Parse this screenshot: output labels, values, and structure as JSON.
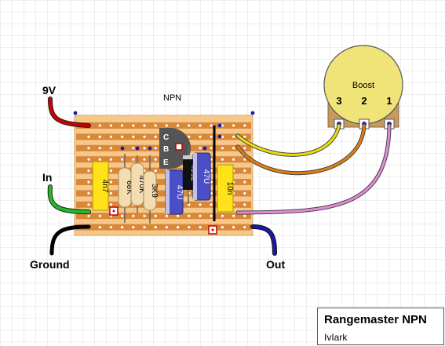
{
  "labels": {
    "v9": "9V",
    "in": "In",
    "ground": "Ground",
    "out": "Out",
    "npn": "NPN"
  },
  "components": {
    "c_4n7": "4n7",
    "r_68k": "68K",
    "r_470k": "470K",
    "r_3k9": "3K9",
    "c_47u_left": "47U",
    "c_47u_right": "47U",
    "d_4002": "4002",
    "c_10n": "10n",
    "transistor_c": "C",
    "transistor_b": "B",
    "transistor_e": "E"
  },
  "pot": {
    "name": "Boost",
    "pin3": "3",
    "pin2": "2",
    "pin1": "1"
  },
  "title_block": {
    "title": "Rangemaster NPN",
    "author": "IvIark"
  },
  "colors": {
    "board": "#f5c88a",
    "strip": "#d9883a",
    "pot_body": "#f0e478",
    "cap_yellow": "#ffe21a",
    "cap_blue": "#4a4fc8",
    "wire_red": "#cc0000",
    "wire_green": "#22bb22",
    "wire_black": "#000000",
    "wire_blue": "#1a1aaa",
    "wire_yellow": "#f2e000",
    "wire_orange": "#e07e10",
    "wire_pink": "#e48ad6"
  }
}
